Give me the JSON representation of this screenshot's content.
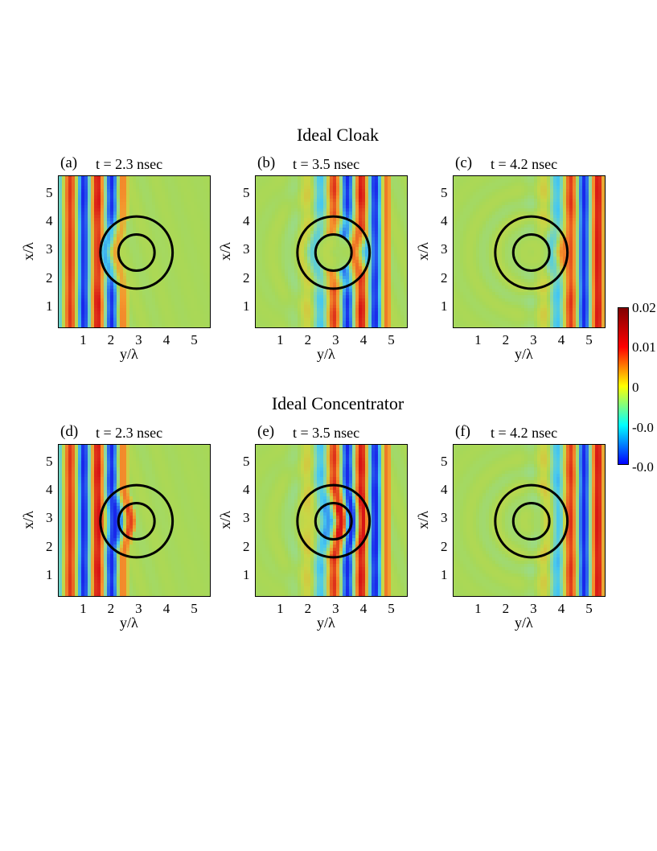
{
  "figure": {
    "row_titles": [
      "Ideal Cloak",
      "Ideal Concentrator"
    ]
  },
  "colorbar": {
    "colors": [
      "#0000ff",
      "#00ffff",
      "#ffff00",
      "#ff0000",
      "#800000"
    ],
    "ticks": [
      "0.02",
      "0.01",
      "0",
      "-0.0",
      "-0.0"
    ]
  },
  "colors": {
    "neutral": "#a7d858",
    "positive": "#e8201c",
    "negative": "#1f49e6",
    "outline": "#000000"
  },
  "chart_data": [
    {
      "type": "heatmap",
      "panel": "(a)",
      "time": "t = 2.3 nsec",
      "xlabel": "y/λ",
      "ylabel": "x/λ",
      "xticks": [
        "1",
        "2",
        "3",
        "4",
        "5"
      ],
      "yticks": [
        "1",
        "2",
        "3",
        "4",
        "5"
      ],
      "xlim": [
        0.1,
        5.6
      ],
      "ylim": [
        0.2,
        5.6
      ],
      "circles": [
        {
          "cx": 2.9,
          "cy": 2.9,
          "r": 1.3
        },
        {
          "cx": 2.9,
          "cy": 2.9,
          "r": 0.65
        }
      ],
      "field": {
        "t": 2.3,
        "mode": "cloak"
      }
    },
    {
      "type": "heatmap",
      "panel": "(b)",
      "time": "t = 3.5 nsec",
      "xlabel": "y/λ",
      "ylabel": "x/λ",
      "xticks": [
        "1",
        "2",
        "3",
        "4",
        "5"
      ],
      "yticks": [
        "1",
        "2",
        "3",
        "4",
        "5"
      ],
      "xlim": [
        0.1,
        5.6
      ],
      "ylim": [
        0.2,
        5.6
      ],
      "circles": [
        {
          "cx": 2.9,
          "cy": 2.9,
          "r": 1.3
        },
        {
          "cx": 2.9,
          "cy": 2.9,
          "r": 0.65
        }
      ],
      "field": {
        "t": 3.5,
        "mode": "cloak"
      }
    },
    {
      "type": "heatmap",
      "panel": "(c)",
      "time": "t = 4.2 nsec",
      "xlabel": "y/λ",
      "ylabel": "x/λ",
      "xticks": [
        "1",
        "2",
        "3",
        "4",
        "5"
      ],
      "yticks": [
        "1",
        "2",
        "3",
        "4",
        "5"
      ],
      "xlim": [
        0.1,
        5.6
      ],
      "ylim": [
        0.2,
        5.6
      ],
      "circles": [
        {
          "cx": 2.9,
          "cy": 2.9,
          "r": 1.3
        },
        {
          "cx": 2.9,
          "cy": 2.9,
          "r": 0.65
        }
      ],
      "field": {
        "t": 4.2,
        "mode": "cloak"
      }
    },
    {
      "type": "heatmap",
      "panel": "(d)",
      "time": "t = 2.3 nsec",
      "xlabel": "y/λ",
      "ylabel": "x/λ",
      "xticks": [
        "1",
        "2",
        "3",
        "4",
        "5"
      ],
      "yticks": [
        "1",
        "2",
        "3",
        "4",
        "5"
      ],
      "xlim": [
        0.1,
        5.6
      ],
      "ylim": [
        0.2,
        5.6
      ],
      "circles": [
        {
          "cx": 2.9,
          "cy": 2.9,
          "r": 1.3
        },
        {
          "cx": 2.9,
          "cy": 2.9,
          "r": 0.65
        }
      ],
      "field": {
        "t": 2.3,
        "mode": "concentrator"
      }
    },
    {
      "type": "heatmap",
      "panel": "(e)",
      "time": "t = 3.5 nsec",
      "xlabel": "y/λ",
      "ylabel": "x/λ",
      "xticks": [
        "1",
        "2",
        "3",
        "4",
        "5"
      ],
      "yticks": [
        "1",
        "2",
        "3",
        "4",
        "5"
      ],
      "xlim": [
        0.1,
        5.6
      ],
      "ylim": [
        0.2,
        5.6
      ],
      "circles": [
        {
          "cx": 2.9,
          "cy": 2.9,
          "r": 1.3
        },
        {
          "cx": 2.9,
          "cy": 2.9,
          "r": 0.65
        }
      ],
      "field": {
        "t": 3.5,
        "mode": "concentrator"
      }
    },
    {
      "type": "heatmap",
      "panel": "(f)",
      "time": "t = 4.2 nsec",
      "xlabel": "y/λ",
      "ylabel": "x/λ",
      "xticks": [
        "1",
        "2",
        "3",
        "4",
        "5"
      ],
      "yticks": [
        "1",
        "2",
        "3",
        "4",
        "5"
      ],
      "xlim": [
        0.1,
        5.6
      ],
      "ylim": [
        0.2,
        5.6
      ],
      "circles": [
        {
          "cx": 2.9,
          "cy": 2.9,
          "r": 1.3
        },
        {
          "cx": 2.9,
          "cy": 2.9,
          "r": 0.65
        }
      ],
      "field": {
        "t": 4.2,
        "mode": "concentrator"
      }
    }
  ]
}
